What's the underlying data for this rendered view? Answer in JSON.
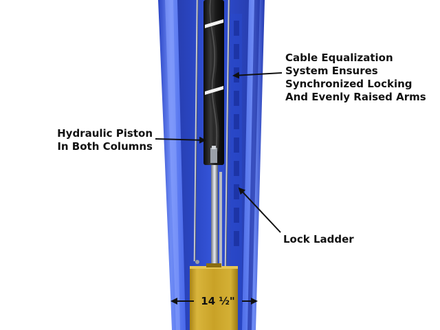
{
  "callouts": {
    "cable": [
      "Cable Equalization",
      "System Ensures",
      "Synchronized Locking",
      "And Evenly Raised Arms"
    ],
    "piston": [
      "Hydraulic Piston",
      "In Both Columns"
    ],
    "ladder": [
      "Lock Ladder"
    ]
  },
  "dimension": {
    "label": "14 ½\""
  },
  "colors": {
    "column_blue": "#3d5ee8",
    "column_dark": "#2238b0",
    "column_light": "#6f8cf5",
    "carriage_gold": "#c9a227",
    "piston_black": "#1c1c1c"
  }
}
